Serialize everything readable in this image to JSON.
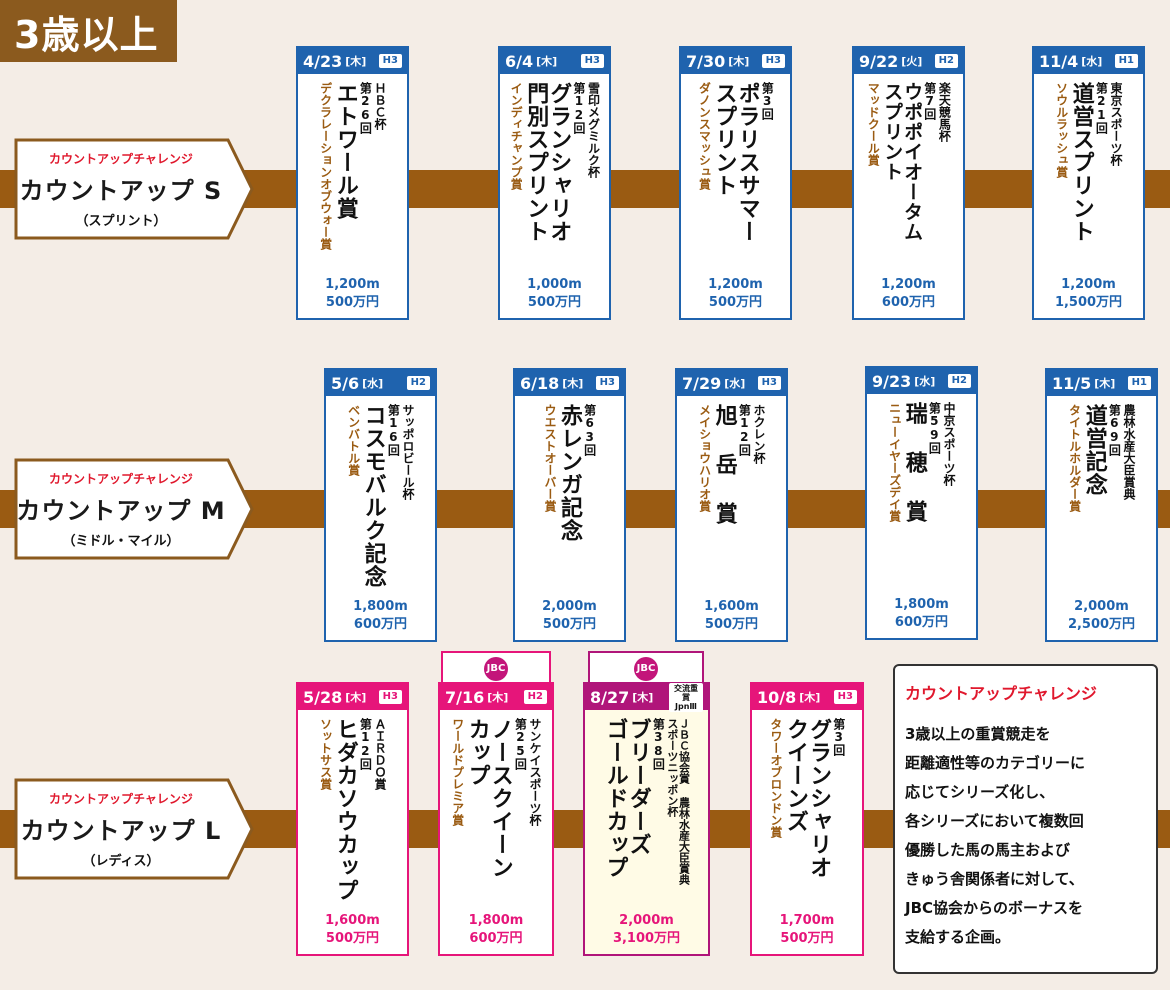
{
  "header": {
    "title": "3歳以上"
  },
  "colors": {
    "rail": "#9a5b12",
    "blue": "#1f63ae",
    "pink": "#e6157a",
    "purple": "#b0157a",
    "challenge": "#e0182d"
  },
  "rows": [
    {
      "label": {
        "challenge": "カウントアップチャレンジ",
        "title": "カウントアップ S",
        "sub": "（スプリント）"
      },
      "races": [
        {
          "date": "4/23",
          "dow": "[木]",
          "grade": "H3",
          "sponsor": "ＨＢＣ杯",
          "ordinal": "第26回",
          "name": "エトワール賞",
          "subtitle": "デクラレーションオブウォー賞",
          "distance": "1,200m",
          "prize": "500万円"
        },
        {
          "date": "6/4",
          "dow": "[木]",
          "grade": "H3",
          "sponsor": "雪印メグミルク杯",
          "ordinal": "第12回",
          "name": "グランシャリオ\n門別スプリント",
          "subtitle": "インディチャンプ賞",
          "distance": "1,000m",
          "prize": "500万円"
        },
        {
          "date": "7/30",
          "dow": "[木]",
          "grade": "H3",
          "sponsor": "",
          "ordinal": "第3回",
          "name": "ポラリスサマー\nスプリント",
          "subtitle": "ダノンスマッシュ賞",
          "distance": "1,200m",
          "prize": "500万円"
        },
        {
          "date": "9/22",
          "dow": "[火]",
          "grade": "H2",
          "sponsor": "楽天競馬杯",
          "ordinal": "第7回",
          "name": "ウポポイオータム\nスプリント",
          "subtitle": "マッドクール賞",
          "distance": "1,200m",
          "prize": "600万円"
        },
        {
          "date": "11/4",
          "dow": "[水]",
          "grade": "H1",
          "sponsor": "東京スポーツ杯",
          "ordinal": "第21回",
          "name": "道営スプリント",
          "subtitle": "ソウルラッシュ賞",
          "distance": "1,200m",
          "prize": "1,500万円"
        }
      ]
    },
    {
      "label": {
        "challenge": "カウントアップチャレンジ",
        "title": "カウントアップ M",
        "sub": "（ミドル・マイル）"
      },
      "races": [
        {
          "date": "5/6",
          "dow": "[水]",
          "grade": "H2",
          "sponsor": "サッポロビール杯",
          "ordinal": "第16回",
          "name": "コスモバルク記念",
          "subtitle": "ベンバトル賞",
          "distance": "1,800m",
          "prize": "600万円"
        },
        {
          "date": "6/18",
          "dow": "[木]",
          "grade": "H3",
          "sponsor": "",
          "ordinal": "第63回",
          "name": "赤レンガ記念",
          "subtitle": "ウエストオーバー賞",
          "distance": "2,000m",
          "prize": "500万円"
        },
        {
          "date": "7/29",
          "dow": "[水]",
          "grade": "H3",
          "sponsor": "ホクレン杯",
          "ordinal": "第12回",
          "name": "旭 岳 賞",
          "subtitle": "メイショウハリオ賞",
          "distance": "1,600m",
          "prize": "500万円"
        },
        {
          "date": "9/23",
          "dow": "[水]",
          "grade": "H2",
          "sponsor": "中京スポーツ杯",
          "ordinal": "第59回",
          "name": "瑞 穂 賞",
          "subtitle": "ニューイヤーズデイ賞",
          "distance": "1,800m",
          "prize": "600万円"
        },
        {
          "date": "11/5",
          "dow": "[木]",
          "grade": "H1",
          "sponsor": "農林水産大臣賞典",
          "ordinal": "第69回",
          "name": "道営記念",
          "subtitle": "タイトルホルダー賞",
          "distance": "2,000m",
          "prize": "2,500万円"
        }
      ]
    },
    {
      "label": {
        "challenge": "カウントアップチャレンジ",
        "title": "カウントアップ L",
        "sub": "（レディス）"
      },
      "races": [
        {
          "date": "5/28",
          "dow": "[木]",
          "grade": "H3",
          "sponsor": "ＡＩＲＤＯ賞",
          "ordinal": "第12回",
          "name": "ヒダカソウカップ",
          "subtitle": "ソットサス賞",
          "distance": "1,600m",
          "prize": "500万円"
        },
        {
          "date": "7/16",
          "dow": "[木]",
          "grade": "H2",
          "sponsor": "サンケイスポーツ杯",
          "ordinal": "第25回",
          "name": "ノースクイーン\nカップ",
          "subtitle": "ワールドプレミア賞",
          "distance": "1,800m",
          "prize": "600万円",
          "jbc": "JBC"
        },
        {
          "date": "8/27",
          "dow": "[木]",
          "grade": "交流重賞 JpnⅢ",
          "sponsor": "ＪＢＣ協会賞 農林水産大臣賞典\nスポーツニッポン杯",
          "ordinal": "第38回",
          "name": "ブリーダーズ\nゴールドカップ",
          "subtitle": "",
          "distance": "2,000m",
          "prize": "3,100万円",
          "jbc": "JBC"
        },
        {
          "date": "10/8",
          "dow": "[木]",
          "grade": "H3",
          "sponsor": "",
          "ordinal": "第3回",
          "name": "グランシャリオ\nクイーンズ",
          "subtitle": "タワーオブロンドン賞",
          "distance": "1,700m",
          "prize": "500万円"
        }
      ]
    }
  ],
  "info": {
    "title": "カウントアップチャレンジ",
    "body": "3歳以上の重賞競走を\n距離適性等のカテゴリーに\n応じてシリーズ化し、\n各シリーズにおいて複数回\n優勝した馬の馬主および\nきゅう舎関係者に対して、\nJBC協会からのボーナスを\n支給する企画。"
  }
}
